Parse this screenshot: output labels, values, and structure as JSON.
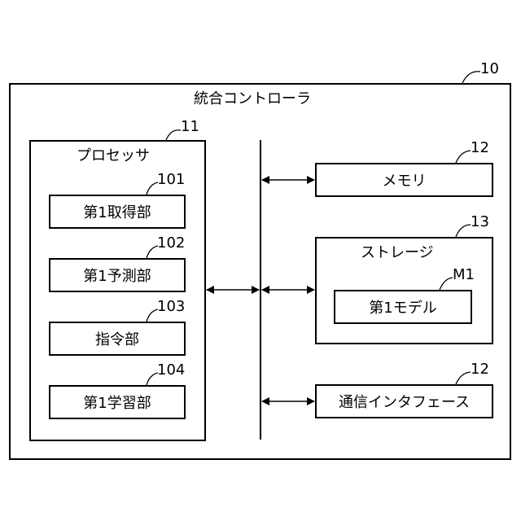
{
  "controller": {
    "title": "統合コントローラ",
    "ref": "10"
  },
  "processor": {
    "title": "プロセッサ",
    "ref": "11",
    "units": [
      {
        "label": "第1取得部",
        "ref": "101"
      },
      {
        "label": "第1予測部",
        "ref": "102"
      },
      {
        "label": "指令部",
        "ref": "103"
      },
      {
        "label": "第1学習部",
        "ref": "104"
      }
    ]
  },
  "memory": {
    "label": "メモリ",
    "ref": "12"
  },
  "storage": {
    "title": "ストレージ",
    "ref": "13",
    "model": {
      "label": "第1モデル",
      "ref": "M1"
    }
  },
  "comm": {
    "label": "通信インタフェース",
    "ref": "12"
  }
}
